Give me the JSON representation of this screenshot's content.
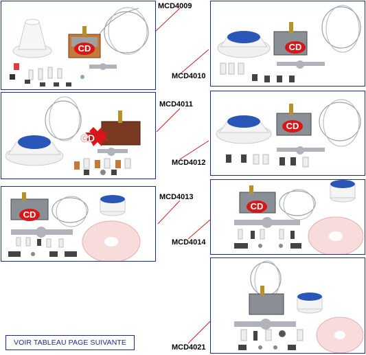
{
  "catalog": {
    "products": [
      {
        "code": "MCD4009",
        "badge": "CD"
      },
      {
        "code": "MCD4010",
        "badge": "CD"
      },
      {
        "code": "MCD4011",
        "badge": "CD"
      },
      {
        "code": "MCD4012",
        "badge": "CD"
      },
      {
        "code": "MCD4013",
        "badge": "CD"
      },
      {
        "code": "MCD4014",
        "badge": "CD"
      },
      {
        "code": "MCD4021",
        "badge": "CD"
      }
    ],
    "footer_note": "VOIR TABLEAU PAGE SUIVANTE"
  },
  "colors": {
    "border": "#1a2a8c",
    "badge_red": "#d81818",
    "knob_blue": "#2a56b8",
    "leader_red": "#c82020"
  }
}
